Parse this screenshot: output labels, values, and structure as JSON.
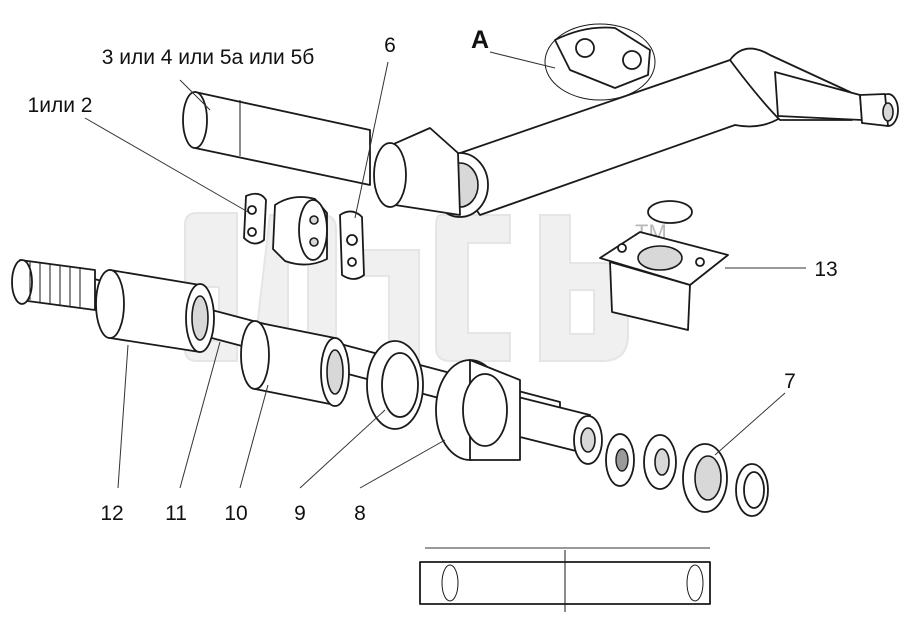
{
  "labels": {
    "view_a": "A",
    "pipe_variants": "3 или 4 или 5а или 5б",
    "ring_variants": "1или 2",
    "part_6": "6",
    "part_7": "7",
    "part_8": "8",
    "part_9": "9",
    "part_10": "10",
    "part_11": "11",
    "part_12": "12",
    "part_13": "13"
  },
  "watermark": {
    "brand": "атсб",
    "trademark": "TM"
  }
}
